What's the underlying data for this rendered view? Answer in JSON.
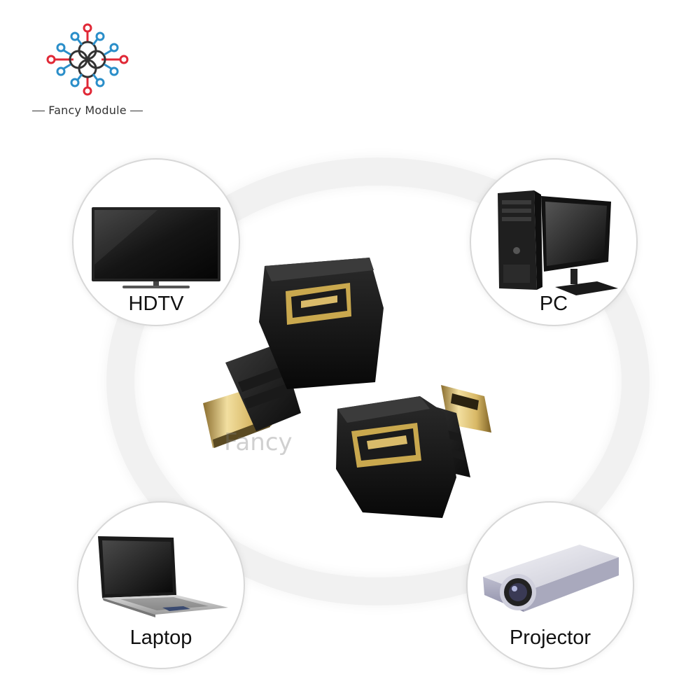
{
  "brand": {
    "name": "Fancy Module",
    "logo_icon": "circuit-flower-icon",
    "colors": {
      "blue": "#2a8ec9",
      "red": "#e02836"
    }
  },
  "devices": [
    {
      "id": "hdtv",
      "label": "HDTV",
      "icon": "tv-icon"
    },
    {
      "id": "pc",
      "label": "PC",
      "icon": "desktop-pc-icon"
    },
    {
      "id": "laptop",
      "label": "Laptop",
      "icon": "laptop-icon"
    },
    {
      "id": "projector",
      "label": "Projector",
      "icon": "projector-icon"
    }
  ],
  "product": {
    "icon": "hdmi-right-angle-adapter-icon",
    "watermark": "Fancy"
  }
}
